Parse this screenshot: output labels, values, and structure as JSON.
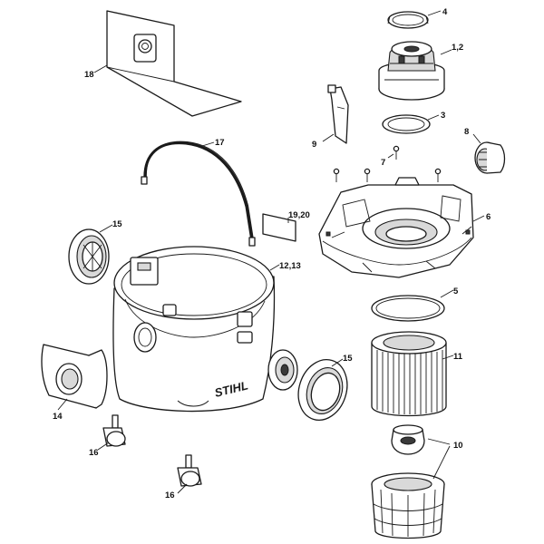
{
  "brand_mark": "STIHL",
  "colors": {
    "line": "#1a1a1a",
    "background": "#ffffff",
    "shade": "#d9d9d9"
  },
  "callouts": {
    "c4": "4",
    "c12": "1,2",
    "c3": "3",
    "c8": "8",
    "c9": "9",
    "c7": "7",
    "c6": "6",
    "c5": "5",
    "c11": "11",
    "c10": "10",
    "c18": "18",
    "c17": "17",
    "c1920": "19,20",
    "c15a": "15",
    "c1213": "12,13",
    "c15b": "15",
    "c14": "14",
    "c16a": "16",
    "c16b": "16"
  }
}
